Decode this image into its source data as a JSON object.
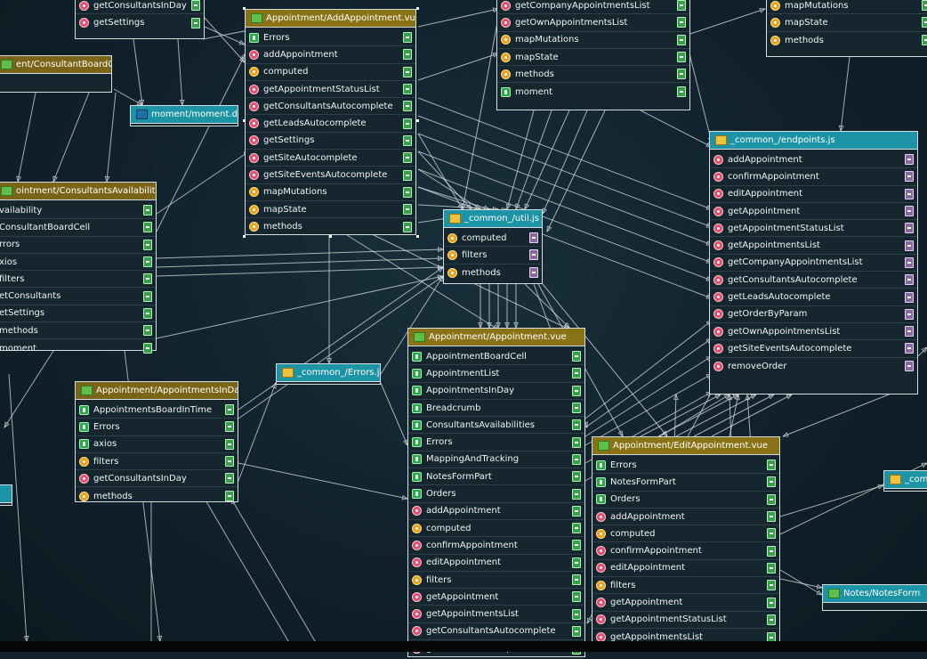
{
  "colors": {
    "background": "#11222b",
    "wire": "#d9dee2",
    "vue_header": "#7a6418",
    "js_header": "#1d93a6",
    "marker_method": "#e0506e",
    "marker_computed": "#e8a11d",
    "marker_component": "#29a84b"
  },
  "icons": {
    "method": "red-circle-icon",
    "computed": "yellow-circle-icon",
    "component": "green-square-icon",
    "port": "port-icon"
  },
  "nodes": [
    {
      "id": "appointments-in-day-top",
      "kind": "vue",
      "header": "",
      "rows": [
        {
          "label": "getConsultantsInDay",
          "marker": "red"
        },
        {
          "label": "getSettings",
          "marker": "red"
        }
      ]
    },
    {
      "id": "consultant-board-cell",
      "kind": "vue",
      "header": "ent/ConsultantBoardCell.vue",
      "rows": []
    },
    {
      "id": "add-appointment",
      "kind": "vue",
      "header": "Appointment/AddAppointment.vue",
      "rows": [
        {
          "label": "Errors",
          "marker": "green"
        },
        {
          "label": "addAppointment",
          "marker": "red"
        },
        {
          "label": "computed",
          "marker": "yellow"
        },
        {
          "label": "getAppointmentStatusList",
          "marker": "red"
        },
        {
          "label": "getConsultantsAutocomplete",
          "marker": "red"
        },
        {
          "label": "getLeadsAutocomplete",
          "marker": "red"
        },
        {
          "label": "getSettings",
          "marker": "red"
        },
        {
          "label": "getSiteAutocomplete",
          "marker": "red"
        },
        {
          "label": "getSiteEventsAutocomplete",
          "marker": "red"
        },
        {
          "label": "mapMutations",
          "marker": "yellow"
        },
        {
          "label": "mapState",
          "marker": "yellow"
        },
        {
          "label": "methods",
          "marker": "yellow"
        }
      ]
    },
    {
      "id": "top-middle-list",
      "kind": "vue",
      "header": "",
      "rows": [
        {
          "label": "getCompanyAppointmentsList",
          "marker": "red"
        },
        {
          "label": "getOwnAppointmentsList",
          "marker": "red"
        },
        {
          "label": "mapMutations",
          "marker": "yellow"
        },
        {
          "label": "mapState",
          "marker": "yellow"
        },
        {
          "label": "methods",
          "marker": "yellow"
        },
        {
          "label": "moment",
          "marker": "green"
        }
      ]
    },
    {
      "id": "top-right-list",
      "kind": "vue",
      "header": "",
      "rows": [
        {
          "label": "mapMutations",
          "marker": "yellow"
        },
        {
          "label": "mapState",
          "marker": "yellow"
        },
        {
          "label": "methods",
          "marker": "yellow"
        }
      ]
    },
    {
      "id": "moment-ts",
      "kind": "js",
      "header": "moment/moment.d.ts",
      "icon": "ts",
      "rows": []
    },
    {
      "id": "endpoints-js",
      "kind": "js",
      "header": "_common_/endpoints.js",
      "icon": "js",
      "rows": [
        {
          "label": "addAppointment",
          "marker": "red"
        },
        {
          "label": "confirmAppointment",
          "marker": "red"
        },
        {
          "label": "editAppointment",
          "marker": "red"
        },
        {
          "label": "getAppointment",
          "marker": "red"
        },
        {
          "label": "getAppointmentStatusList",
          "marker": "red"
        },
        {
          "label": "getAppointmentsList",
          "marker": "red"
        },
        {
          "label": "getCompanyAppointmentsList",
          "marker": "red"
        },
        {
          "label": "getConsultantsAutocomplete",
          "marker": "red"
        },
        {
          "label": "getLeadsAutocomplete",
          "marker": "red"
        },
        {
          "label": "getOrderByParam",
          "marker": "red"
        },
        {
          "label": "getOwnAppointmentsList",
          "marker": "red"
        },
        {
          "label": "getSiteEventsAutocomplete",
          "marker": "red"
        },
        {
          "label": "removeOrder",
          "marker": "red"
        }
      ]
    },
    {
      "id": "util-js",
      "kind": "js",
      "header": "_common_/util.js",
      "icon": "js",
      "rows": [
        {
          "label": "computed",
          "marker": "yellow"
        },
        {
          "label": "filters",
          "marker": "yellow"
        },
        {
          "label": "methods",
          "marker": "yellow"
        }
      ]
    },
    {
      "id": "consultants-availabilities",
      "kind": "vue",
      "header": "ointment/ConsultantsAvailabilities.vue",
      "rows": [
        {
          "label": "vailability",
          "marker": "none"
        },
        {
          "label": "ConsultantBoardCell",
          "marker": "none"
        },
        {
          "label": "rrors",
          "marker": "none"
        },
        {
          "label": "xios",
          "marker": "none"
        },
        {
          "label": "filters",
          "marker": "none"
        },
        {
          "label": "etConsultants",
          "marker": "none"
        },
        {
          "label": "etSettings",
          "marker": "none"
        },
        {
          "label": "methods",
          "marker": "none"
        },
        {
          "label": "moment",
          "marker": "none"
        }
      ]
    },
    {
      "id": "errors-js",
      "kind": "js",
      "header": "_common_/Errors.js",
      "icon": "js",
      "rows": []
    },
    {
      "id": "appointments-in-day",
      "kind": "vue",
      "header": "Appointment/AppointmentsInDay.vue",
      "rows": [
        {
          "label": "AppointmentsBoardInTime",
          "marker": "green"
        },
        {
          "label": "Errors",
          "marker": "green"
        },
        {
          "label": "axios",
          "marker": "green"
        },
        {
          "label": "filters",
          "marker": "yellow"
        },
        {
          "label": "getConsultantsInDay",
          "marker": "red"
        },
        {
          "label": "methods",
          "marker": "yellow"
        }
      ]
    },
    {
      "id": "appointment-vue",
      "kind": "vue",
      "header": "Appointment/Appointment.vue",
      "rows": [
        {
          "label": "AppointmentBoardCell",
          "marker": "green"
        },
        {
          "label": "AppointmentList",
          "marker": "green"
        },
        {
          "label": "AppointmentsInDay",
          "marker": "green"
        },
        {
          "label": "Breadcrumb",
          "marker": "green"
        },
        {
          "label": "ConsultantsAvailabilities",
          "marker": "green"
        },
        {
          "label": "Errors",
          "marker": "green"
        },
        {
          "label": "MappingAndTracking",
          "marker": "green"
        },
        {
          "label": "NotesFormPart",
          "marker": "green"
        },
        {
          "label": "Orders",
          "marker": "green"
        },
        {
          "label": "addAppointment",
          "marker": "red"
        },
        {
          "label": "computed",
          "marker": "yellow"
        },
        {
          "label": "confirmAppointment",
          "marker": "red"
        },
        {
          "label": "editAppointment",
          "marker": "red"
        },
        {
          "label": "filters",
          "marker": "yellow"
        },
        {
          "label": "getAppointment",
          "marker": "red"
        },
        {
          "label": "getAppointmentsList",
          "marker": "red"
        },
        {
          "label": "getConsultantsAutocomplete",
          "marker": "red"
        },
        {
          "label": "getLeadsAutocomplete",
          "marker": "red"
        }
      ]
    },
    {
      "id": "edit-appointment",
      "kind": "vue",
      "header": "Appointment/EditAppointment.vue",
      "rows": [
        {
          "label": "Errors",
          "marker": "green"
        },
        {
          "label": "NotesFormPart",
          "marker": "green"
        },
        {
          "label": "Orders",
          "marker": "green"
        },
        {
          "label": "addAppointment",
          "marker": "red"
        },
        {
          "label": "computed",
          "marker": "yellow"
        },
        {
          "label": "confirmAppointment",
          "marker": "red"
        },
        {
          "label": "editAppointment",
          "marker": "red"
        },
        {
          "label": "filters",
          "marker": "yellow"
        },
        {
          "label": "getAppointment",
          "marker": "red"
        },
        {
          "label": "getAppointmentStatusList",
          "marker": "red"
        },
        {
          "label": "getAppointmentsList",
          "marker": "red"
        }
      ]
    },
    {
      "id": "common-right",
      "kind": "js",
      "header": "_com",
      "icon": "js",
      "rows": []
    },
    {
      "id": "notes-form",
      "kind": "js",
      "header": "Notes/NotesForm",
      "icon": "vue",
      "rows": []
    },
    {
      "id": "left-edge-stub",
      "kind": "js",
      "header": "",
      "icon": "none",
      "rows": []
    }
  ]
}
